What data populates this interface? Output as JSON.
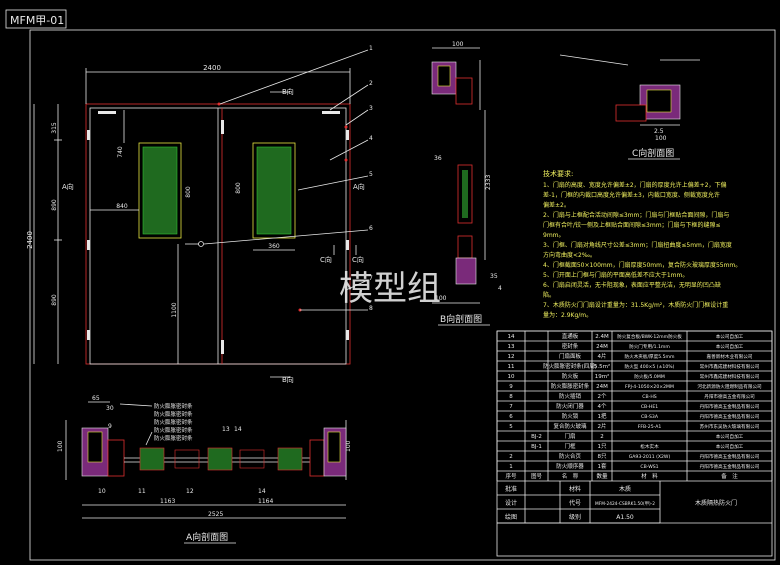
{
  "drawing_id": "MFM甲-01",
  "watermark": "模型组",
  "elevation": {
    "dim_width": "2400",
    "dim_height": "2400",
    "dim_top": "315",
    "dim_mid": "890",
    "dim_lower": "890",
    "dim_740": "740",
    "dim_840": "840",
    "dim_800a": "800",
    "dim_800b": "800",
    "dim_360": "360",
    "dim_1100": "1100",
    "view_b_top": "B向",
    "view_b_bottom": "B向",
    "view_a_left": "A向",
    "view_a_right": "A向",
    "view_c_a": "C向",
    "view_c_b": "C向",
    "callouts": [
      "1",
      "2",
      "3",
      "4",
      "5",
      "6",
      "7",
      "8"
    ]
  },
  "section_a": {
    "title": "A向剖面图",
    "dim_total": "2525",
    "dim_left": "1163",
    "dim_right": "1164",
    "dim_100a": "100",
    "dim_100b": "100",
    "dim_65": "65",
    "dim_30": "30",
    "dim_14": "14",
    "labels": [
      "防火膨胀密封条",
      "防火膨胀密封条",
      "防火膨胀密封条",
      "防火膨胀密封条",
      "防火膨胀密封条"
    ],
    "callouts": [
      "9",
      "10",
      "11",
      "12",
      "13",
      "14"
    ]
  },
  "section_b": {
    "title": "B向剖面图",
    "dim_100": "100",
    "dim_36": "36",
    "dim_2333": "2333",
    "dim_35": "35",
    "dim_100b": "100",
    "dim_4": "4"
  },
  "section_c": {
    "title": "C向剖面图",
    "dim_100": "100",
    "dim_25": "2.5"
  },
  "tech": {
    "heading": "技术要求:",
    "lines": [
      "1、门扇的高度、宽度允许偏差±2，门扇的厚度允许上偏差+2，下偏",
      "差-1，门框的内裁口高度允许偏差±3，内裁口宽度、侧裁宽度允许",
      "偏差±2。",
      "2、门扇与上框配合活动间隙≤3mm；门扇与门框贴合面间隙，门扇与",
      "门框有合叶/铰一侧及上框贴合面间隙≤3mm；门扇与下框的缝隙≤",
      "9mm。",
      "3、门框、门扇对角线尺寸公差≤3mm；门扇扭曲度≤5mm，门扇宽度",
      "方向弯曲度<2‰。",
      "4、门框截面50×100mm，门扇厚度50mm，复合防火玻璃厚度55mm。",
      "5、门开面上门框与门扇的平面高低差不应大于1mm。",
      "6、门扇启闭灵活，无卡阻现象，表面应平整光洁，无明显的凹凸缺",
      "陷。",
      "7、木质防火门门扇设计重量为：31.5Kg/m²，木质防火门门框设计重",
      "量为：2.9Kg/m。"
    ]
  },
  "bom": {
    "rows": [
      [
        "14",
        "直通板",
        "2.4M",
        "防火复合板/BWK-12mm防火板",
        "本公司自加工"
      ],
      [
        "13",
        "密封条",
        "24M",
        "防火门专用/1.1mm",
        "本公司自加工"
      ],
      [
        "12",
        "门扇面板",
        "4片",
        "防火木夹板/厚度5.5mm",
        "嘉善新材木业有限公司"
      ],
      [
        "11",
        "防火膨胀密封条(四周)",
        "5.5m²",
        "防火型 400×5 (±10%)",
        "常州市鑫成建材科技有限公司"
      ],
      [
        "10",
        "防火板",
        "19m²",
        "防火板/5.0MM",
        "常州市鑫成建材科技有限公司"
      ],
      [
        "9",
        "防火膨胀密封条",
        "24M",
        "FPJ-4-1050×20×2MM",
        "河北新源防火阻燃制品有限公司"
      ],
      [
        "8",
        "防火插销",
        "2个",
        "CB-HS",
        "丹阳市德高五金有限公司"
      ],
      [
        "7",
        "防火闭门器",
        "4个",
        "CB-HE1",
        "丹阳市德高五金制品有限公司"
      ],
      [
        "6",
        "防火锁",
        "1把",
        "CB-S3A",
        "丹阳市德高五金制品有限公司"
      ],
      [
        "5",
        "复合防火玻璃",
        "2片",
        "FFB-25-A1",
        "苏州市东吴防火玻璃有限公司"
      ],
      [
        "BJ-2",
        "门扇",
        "2",
        "",
        "本公司自加工"
      ],
      [
        "BJ-1",
        "门框",
        "1只",
        "松木实木",
        "本公司自加工"
      ],
      [
        "2",
        "防火合页",
        "8只",
        "GA93-2011 (X2W)",
        "丹阳市德高五金制品有限公司"
      ],
      [
        "1",
        "防火顺序器",
        "1套",
        "CB-WS1",
        "丹阳市德高五金制品有限公司"
      ]
    ],
    "header": [
      "序号",
      "图号",
      "名　称",
      "数量",
      "材　料",
      "备　注"
    ],
    "footer": {
      "approve_label": "批准",
      "design_label": "设计",
      "draw_label": "绘图",
      "material_label": "材料",
      "material_value": "木质",
      "code_label": "代号",
      "code_value": "MFM-2424-CSBRK1.50(甲)-2",
      "scale_label": "级别",
      "scale_value": "A1.50",
      "product_name": "木质隔热防火门"
    }
  }
}
